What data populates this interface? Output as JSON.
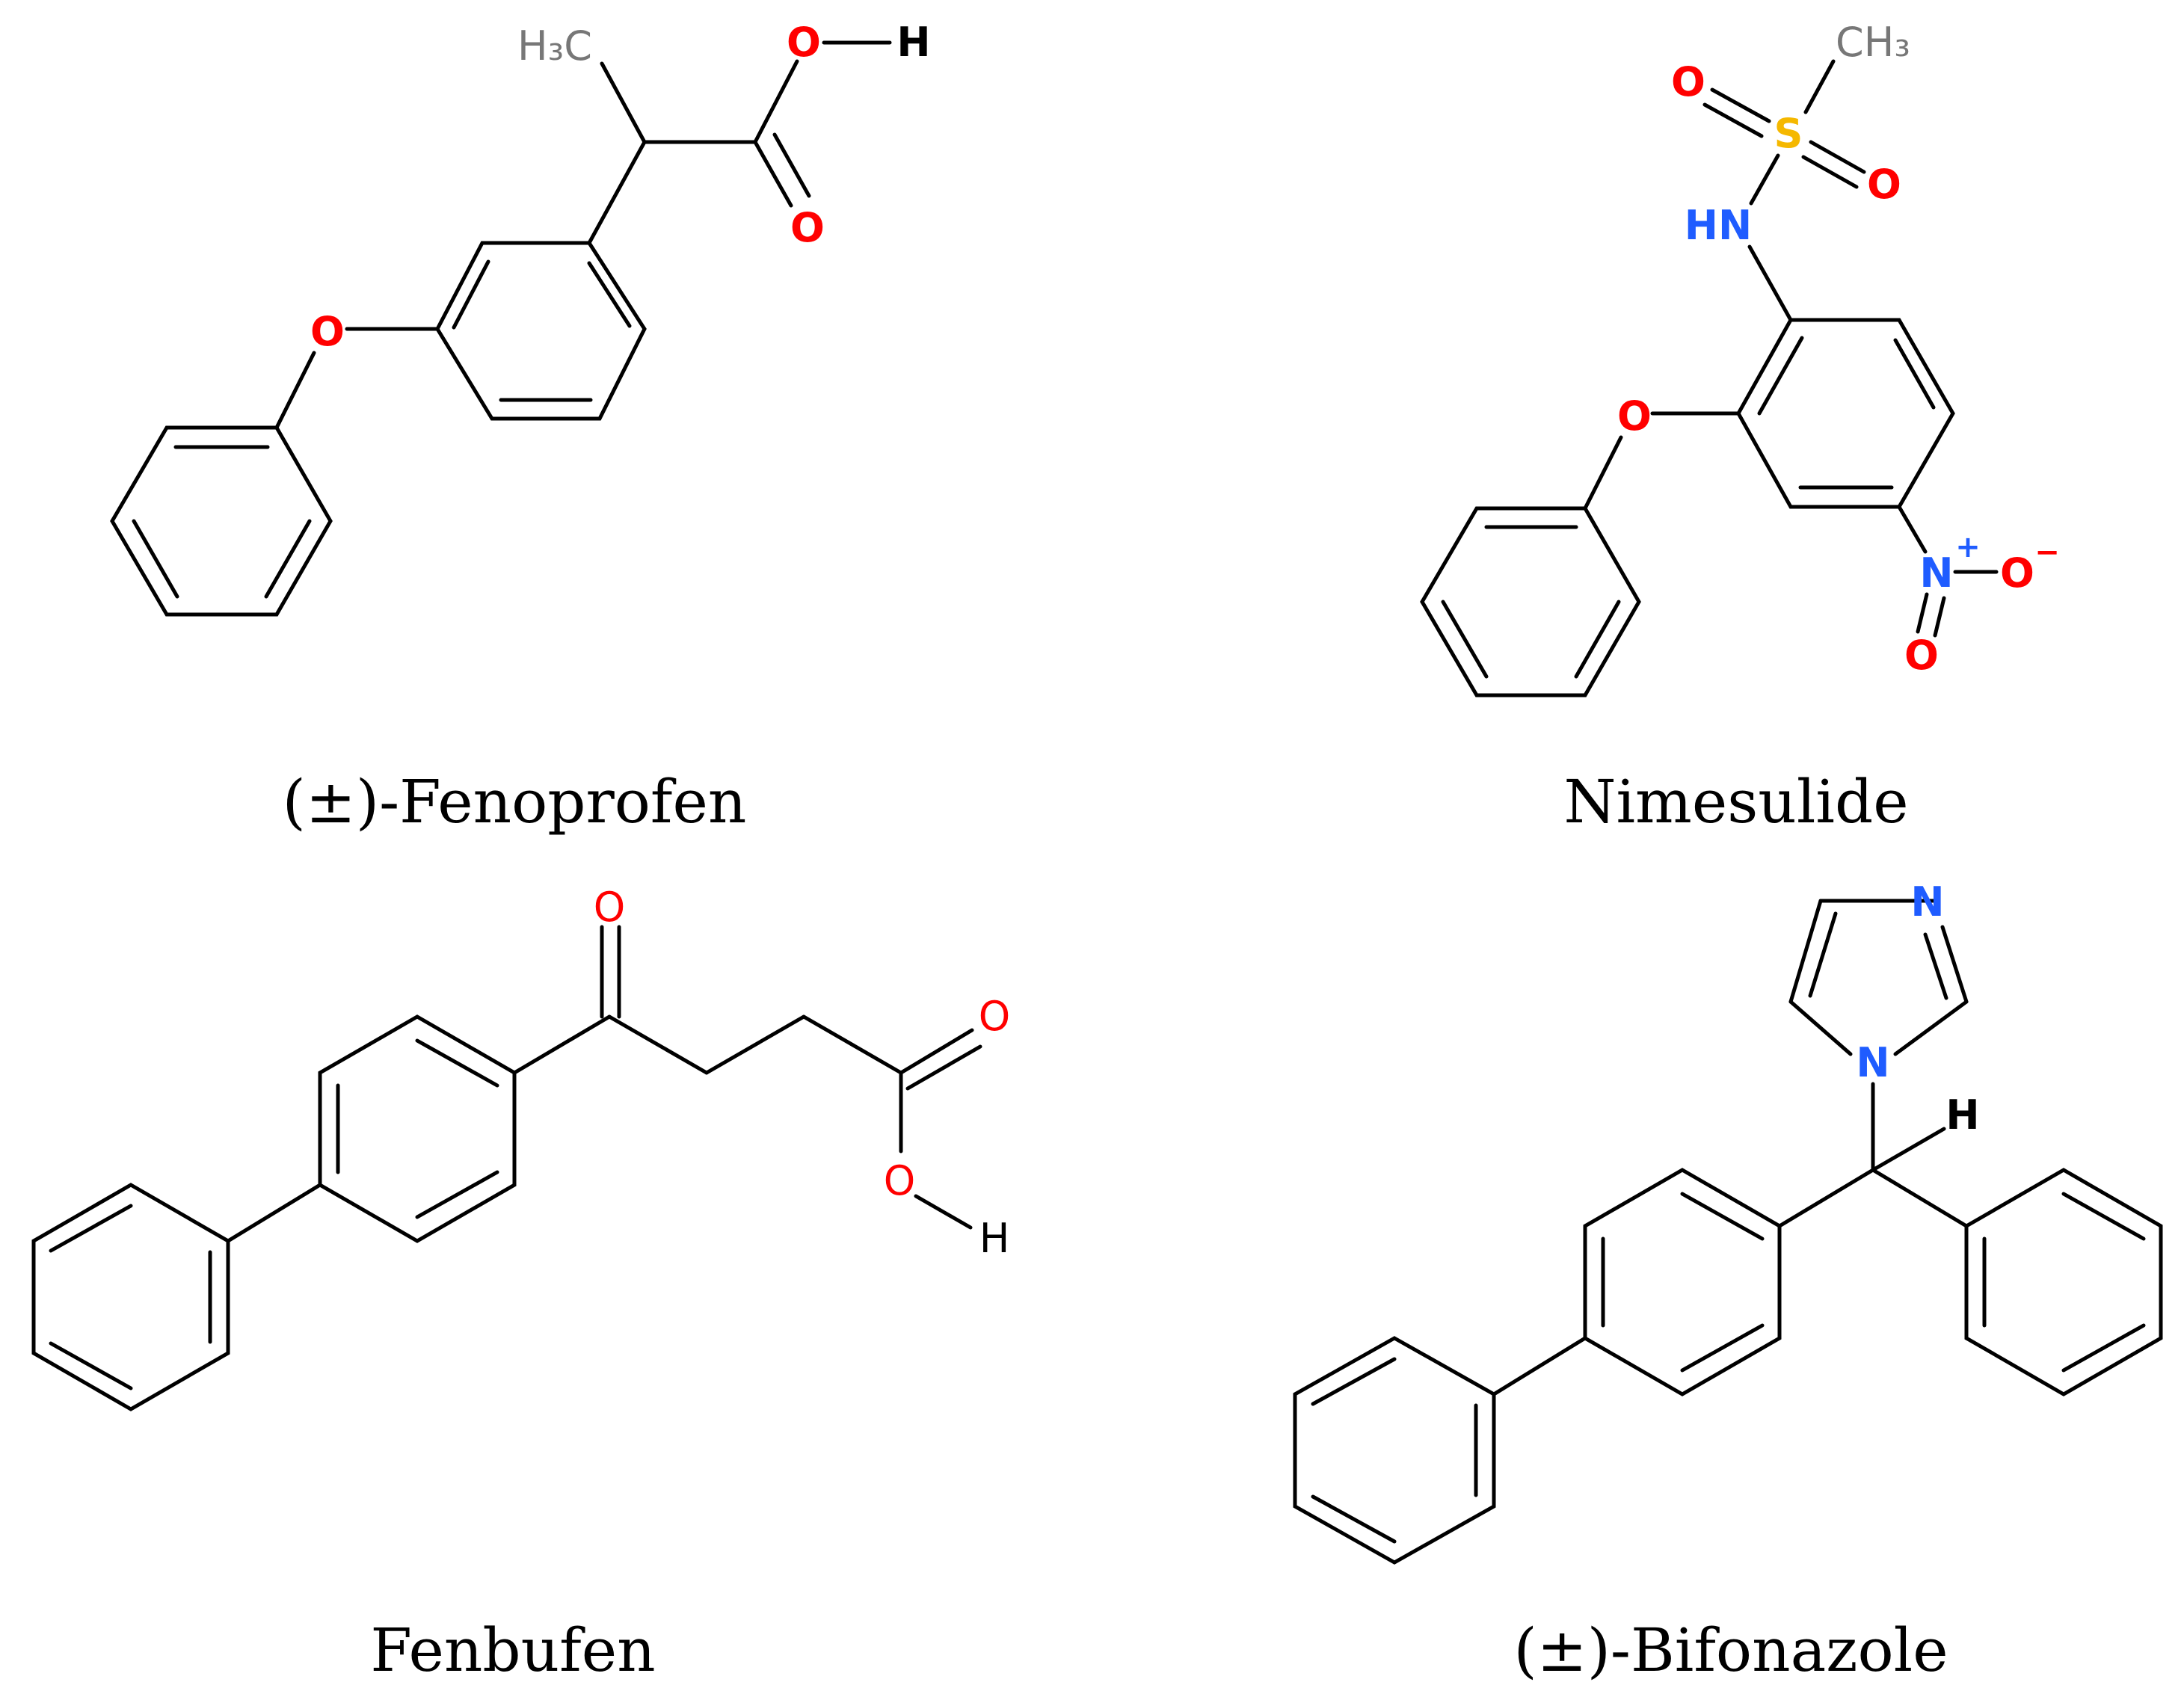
{
  "molecules": {
    "fenoprofen": {
      "name": "(±)-Fenoprofen",
      "labels": {
        "methyl": "H₃C",
        "hydroxyl_o": "O",
        "hydroxyl_h": "H",
        "carbonyl_o": "O",
        "ether_o": "O"
      }
    },
    "nimesulide": {
      "name": "Nimesulide",
      "labels": {
        "methyl": "CH₃",
        "sulfur": "S",
        "sulfonyl_o1": "O",
        "sulfonyl_o2": "O",
        "amine": "HN",
        "ether_o": "O",
        "nitro_n": "N",
        "nitro_n_charge": "+",
        "nitro_o1": "O",
        "nitro_o1_charge": "−",
        "nitro_o2": "O"
      }
    },
    "fenbufen": {
      "name": "Fenbufen",
      "labels": {
        "ketone_o": "O",
        "acid_o": "O",
        "hydroxyl_o": "O",
        "hydroxyl_h": "H"
      }
    },
    "bifonazole": {
      "name": "(±)-Bifonazole",
      "labels": {
        "imidazole_n_top": "N",
        "imidazole_n_bottom": "N",
        "methine_h": "H"
      }
    }
  },
  "colors": {
    "oxygen": "#ff0000",
    "nitrogen": "#1f5cff",
    "sulfur": "#f5b800",
    "methyl": "#777777",
    "bond": "#000000",
    "caption_gray": "#555555"
  }
}
